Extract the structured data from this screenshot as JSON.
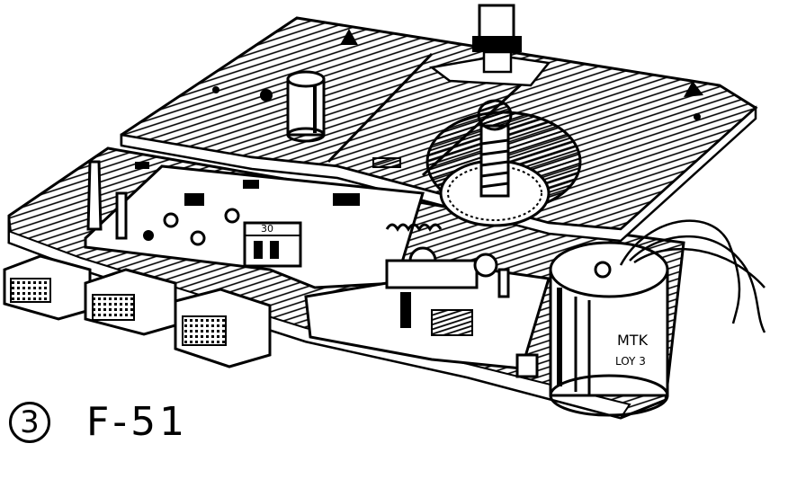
{
  "caption": {
    "number": "3",
    "label": "F-51"
  },
  "component_labels": {
    "counter_dial": "30",
    "coil_brand": "MTK",
    "coil_code": "LOY 3"
  },
  "colors": {
    "ink": "#000000",
    "paper": "#ffffff"
  }
}
